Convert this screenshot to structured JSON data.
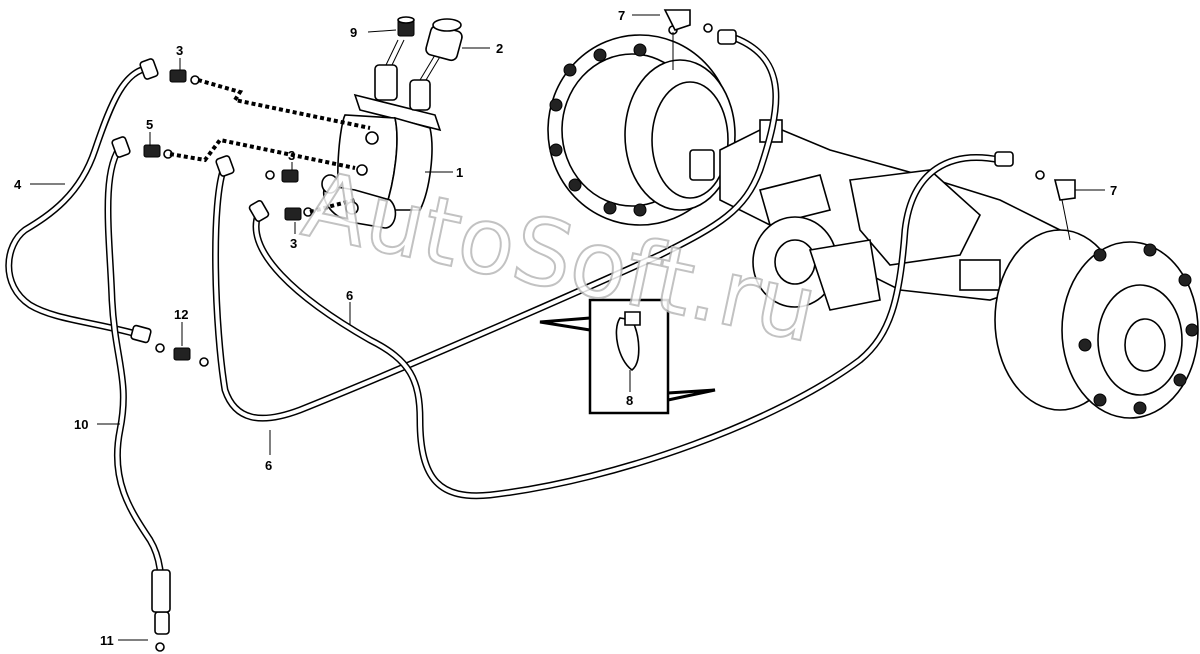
{
  "watermark": "AutoSoft.ru",
  "callouts": {
    "c1": "1",
    "c2": "2",
    "c3a": "3",
    "c3b": "3",
    "c3c": "3",
    "c4": "4",
    "c5": "5",
    "c6a": "6",
    "c6b": "6",
    "c7a": "7",
    "c7b": "7",
    "c8": "8",
    "c9": "9",
    "c10": "10",
    "c11": "11",
    "c12": "12"
  }
}
